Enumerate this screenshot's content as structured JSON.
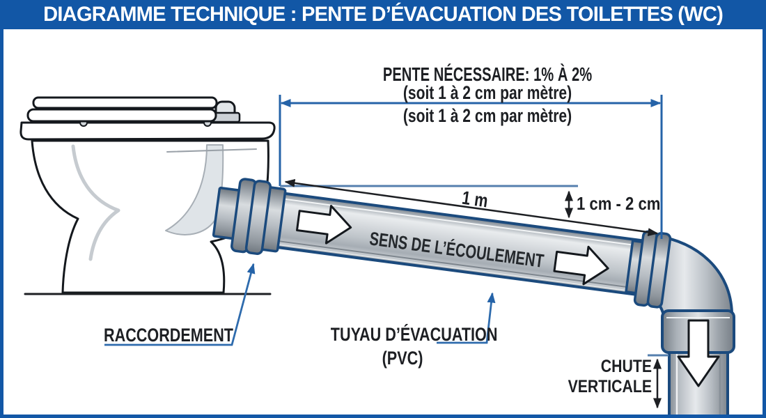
{
  "header": {
    "title": "DIAGRAMME TECHNIQUE : PENTE D’ÉVACUATION DES TOILETTES (WC)"
  },
  "annotations": {
    "slope_title": "PENTE NÉCESSAIRE: 1% À 2%",
    "slope_sub_above": "(soit 1 à 2 cm par mètre)",
    "slope_sub_below": "(soit 1 à 2 cm par mètre)",
    "length_dim": "1 m",
    "drop_dim": "1 cm - 2 cm",
    "flow_direction": "SENS DE L’ÉCOULEMENT",
    "connection_label": "RACCORDEMENT",
    "drain_pipe_label_line1": "TUYAU D’ÉVACUATION",
    "drain_pipe_label_line2": "(PVC)",
    "vertical_drop_label_line1": "CHUTE",
    "vertical_drop_label_line2": "VERTICALE"
  },
  "colors": {
    "header_bg": "#1257a6",
    "frame_border": "#1257a6",
    "dimension_blue": "#2563a8",
    "callout_blue": "#2e6bad",
    "reference_line_blue": "#557fae",
    "line_black": "#1d1f23",
    "pipe_outline": "#1b4a7d"
  }
}
